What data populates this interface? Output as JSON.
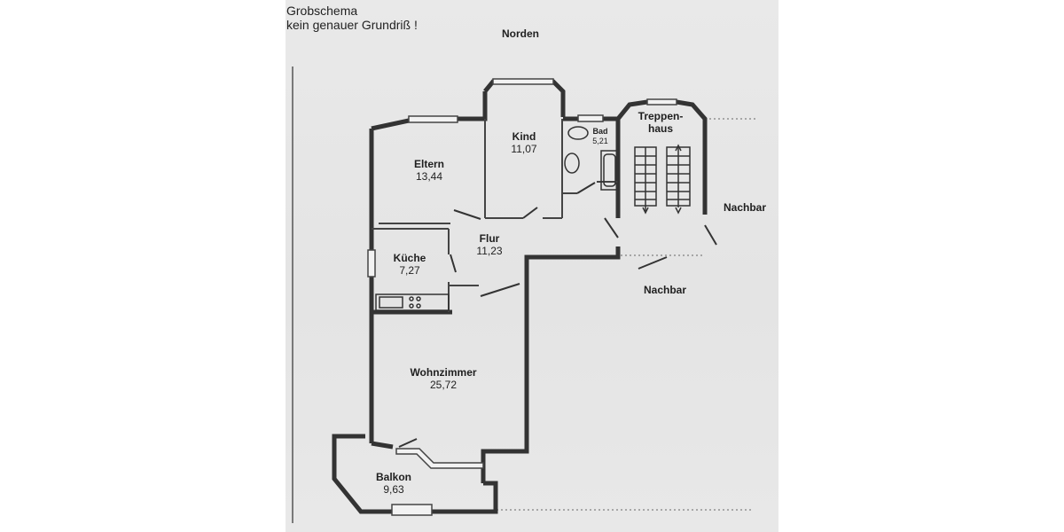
{
  "header": {
    "line1": "Grobschema",
    "line2": "kein genauer Grundriß !"
  },
  "orientation": {
    "north": "Norden"
  },
  "neighbors": {
    "east": "Nachbar",
    "south": "Nachbar"
  },
  "rooms": {
    "eltern": {
      "name": "Eltern",
      "area": "13,44"
    },
    "kind": {
      "name": "Kind",
      "area": "11,07"
    },
    "bad": {
      "name": "Bad",
      "area": "5,21"
    },
    "treppenhaus": {
      "name_line1": "Treppen-",
      "name_line2": "haus"
    },
    "kueche": {
      "name": "Küche",
      "area": "7,27"
    },
    "flur": {
      "name": "Flur",
      "area": "11,23"
    },
    "wohnzimmer": {
      "name": "Wohnzimmer",
      "area": "25,72"
    },
    "balkon": {
      "name": "Balkon",
      "area": "9,63"
    }
  },
  "colors": {
    "paper": "#e6e6e6",
    "wall": "#333333",
    "text": "#1f1f1f"
  }
}
